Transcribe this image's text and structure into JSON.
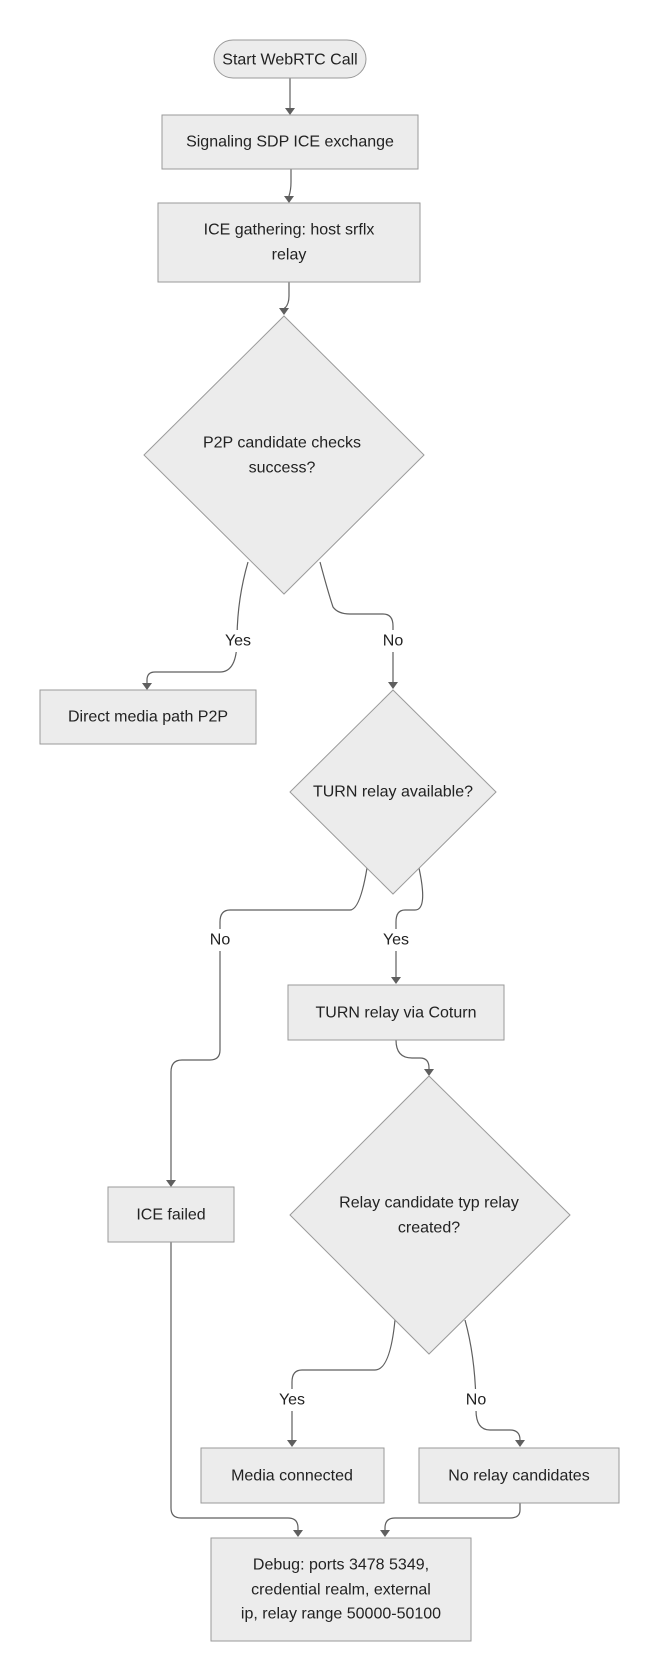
{
  "nodes": {
    "start": "Start WebRTC Call",
    "signaling": "Signaling SDP ICE exchange",
    "gathering": [
      "ICE gathering: host srflx",
      "relay"
    ],
    "p2p_check": [
      "P2P candidate checks",
      "success?"
    ],
    "direct": "Direct media path P2P",
    "turn_available": "TURN relay available?",
    "turn_relay": "TURN relay via Coturn",
    "relay_created": [
      "Relay candidate typ relay",
      "created?"
    ],
    "ice_failed": "ICE failed",
    "media_connected": "Media connected",
    "no_relay": "No relay candidates",
    "debug": [
      "Debug: ports 3478 5349,",
      "credential realm, external",
      "ip, relay range 50000-50100"
    ]
  },
  "edges": {
    "p2p_yes": "Yes",
    "p2p_no": "No",
    "turn_no": "No",
    "turn_yes": "Yes",
    "relay_yes": "Yes",
    "relay_no": "No"
  }
}
